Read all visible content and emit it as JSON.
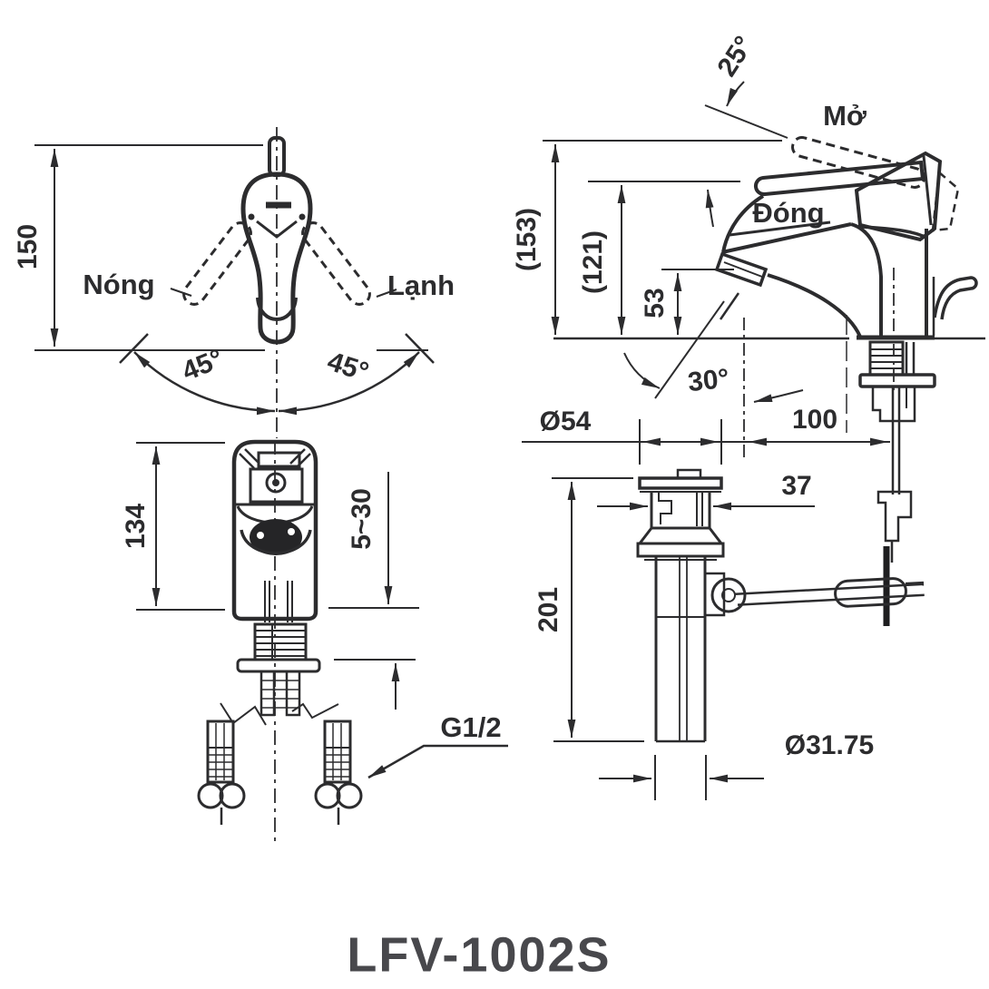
{
  "drawing": {
    "model": "LFV-1002S",
    "colors": {
      "line": "#2c2c2e",
      "text": "#2c2c2e",
      "model_text": "#48484c",
      "background": "#ffffff"
    },
    "top_view": {
      "hot_label": "Nóng",
      "cold_label": "Lạnh",
      "height_dim": "150",
      "left_angle_dim": "45°",
      "right_angle_dim": "45°"
    },
    "side_view": {
      "open_label": "Mở",
      "closed_label": "Đóng",
      "open_angle_dim": "25°",
      "overall_height_dim": "(153)",
      "handle_height_dim": "(121)",
      "spout_height_dim": "53",
      "spout_angle_dim": "30°",
      "spout_reach_dim": "100"
    },
    "front_view": {
      "body_height_dim": "134",
      "deck_range_dim": "5~30",
      "thread_label": "G1/2"
    },
    "drain_view": {
      "flange_dia_dim": "Ø54",
      "plug_width_dim": "37",
      "tail_length_dim": "201",
      "pipe_dia_dim": "Ø31.75"
    }
  }
}
